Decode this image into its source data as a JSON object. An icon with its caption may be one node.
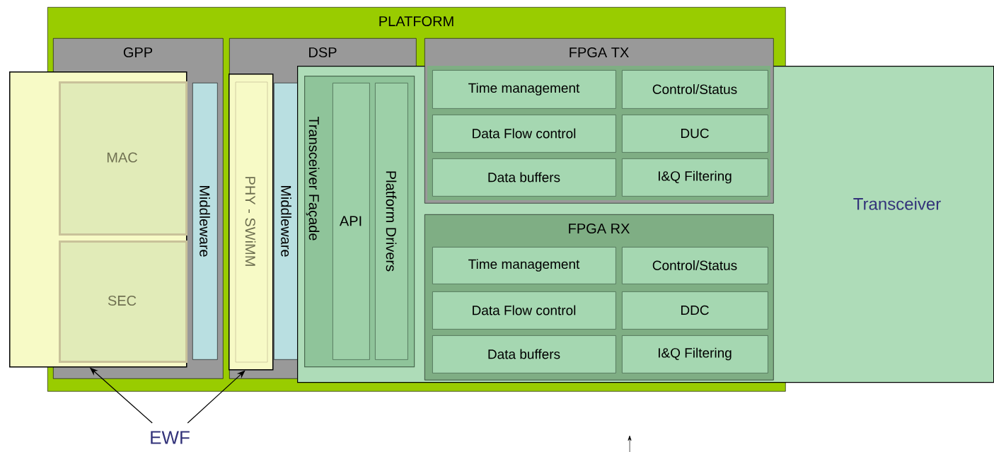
{
  "diagram": {
    "nodes": [
      {
        "text": [
          "PLATFORM"
        ]
      },
      {
        "text": [
          "GPP"
        ],
        "in": 0
      },
      {
        "text": [
          "Middleware"
        ],
        "in": 1
      },
      {
        "text": [
          "DSP"
        ],
        "in": 0
      },
      {
        "text": [
          "Middleware"
        ],
        "in": 3
      },
      {
        "text": [
          "FPGA TX"
        ],
        "in": 0
      },
      {
        "text": [
          "Time management"
        ],
        "in": 5
      },
      {
        "text": [
          "Control/Status"
        ],
        "in": 5
      },
      {
        "text": [
          "Data Flow control"
        ],
        "in": 5
      },
      {
        "text": [
          "DUC"
        ],
        "in": 5
      },
      {
        "text": [
          "Data buffers"
        ],
        "in": 5
      },
      {
        "text": [
          "I&Q Filtering"
        ],
        "in": 5
      },
      {
        "text": [
          "FPGA RX"
        ]
      },
      {
        "text": [
          "Time management"
        ],
        "in": 12
      },
      {
        "text": [
          "Control/Status"
        ],
        "in": 12
      },
      {
        "text": [
          "Data Flow control"
        ],
        "in": 12
      },
      {
        "text": [
          "DDC"
        ],
        "in": 12
      },
      {
        "text": [
          "Data buffers"
        ],
        "in": 12
      },
      {
        "text": [
          "I&Q Filtering"
        ],
        "in": 12
      },
      {
        "text": [],
        "shape": "box"
      },
      {
        "text": [
          "MAC"
        ]
      },
      {
        "text": [
          "SEC"
        ]
      },
      {
        "text": [
          "PHY - SWiMM"
        ],
        "in": 3
      },
      {
        "text": [
          "Transceiver"
        ]
      },
      {
        "text": [
          "Transceiver Façade"
        ]
      },
      {
        "text": [
          "API"
        ],
        "in": 24
      },
      {
        "text": [
          "Platform Drivers"
        ],
        "in": 24
      },
      {
        "text": [
          "EWF"
        ]
      }
    ],
    "edges": [
      {
        "from": 27,
        "to": 19,
        "arrow": "to"
      },
      {
        "from": 27,
        "to": 22,
        "arrow": "to"
      }
    ]
  }
}
